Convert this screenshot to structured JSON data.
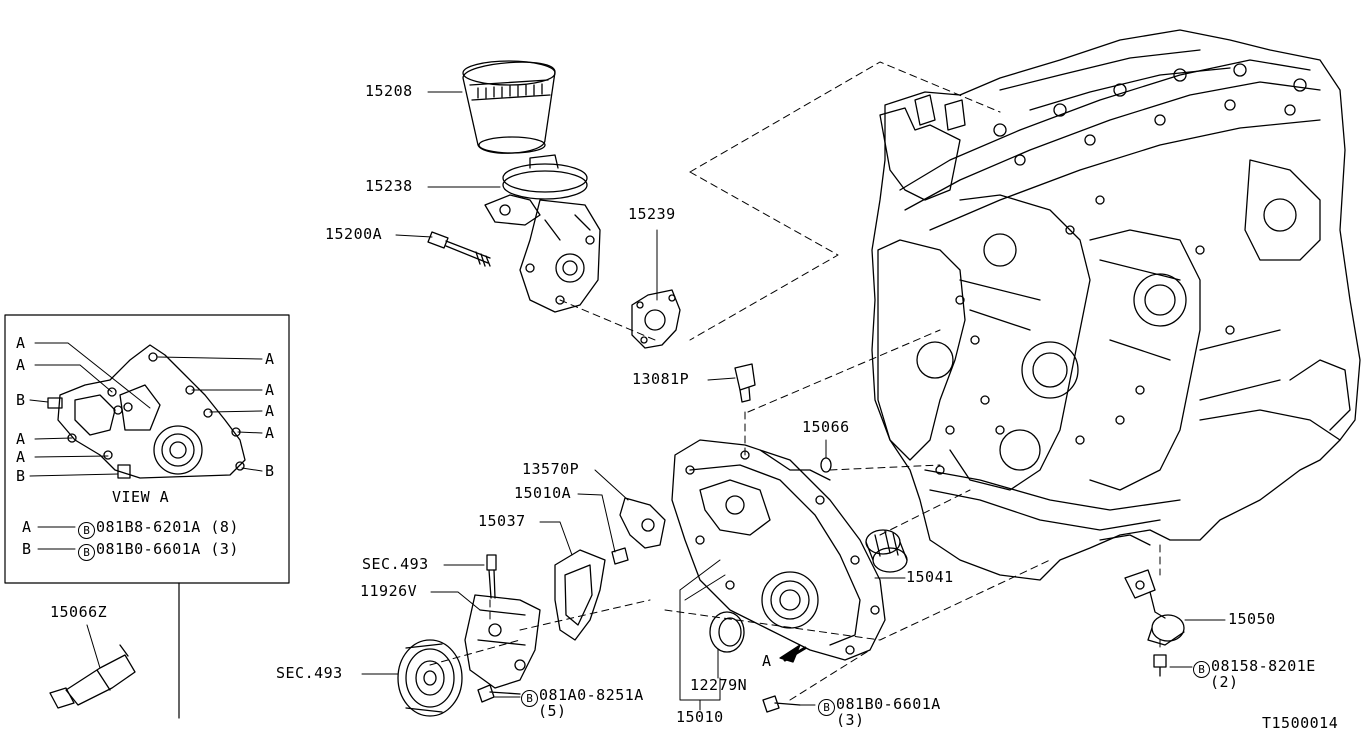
{
  "parts": {
    "p15208": "15208",
    "p15238": "15238",
    "p15200A": "15200A",
    "p15239": "15239",
    "p13081P": "13081P",
    "p15066": "15066",
    "p13570P": "13570P",
    "p15010A": "15010A",
    "p15037": "15037",
    "p15041": "15041",
    "p15050": "15050",
    "p11926V": "11926V",
    "p12279N": "12279N",
    "p15010": "15010",
    "p15066Z": "15066Z",
    "sec_top": "SEC.493",
    "sec_bottom": "SEC.493"
  },
  "bolts": {
    "b1_code": "081A0-8251A",
    "b1_qty": "(5)",
    "b2_code": "081B0-6601A",
    "b2_qty": "(3)",
    "b3_code": "08158-8201E",
    "b3_qty": "(2)",
    "circle_letter": "B"
  },
  "inset": {
    "title": "VIEW A",
    "left_labels": [
      "A",
      "A",
      "B",
      "A",
      "A",
      "B"
    ],
    "right_labels": [
      "A",
      "A",
      "A",
      "A",
      "B"
    ],
    "legend": [
      {
        "key": "A",
        "code": "081B8-6201A",
        "qty": "(8)"
      },
      {
        "key": "B",
        "code": "081B0-6601A",
        "qty": "(3)"
      }
    ]
  },
  "view_marker": "A",
  "diagram_id": "T1500014"
}
